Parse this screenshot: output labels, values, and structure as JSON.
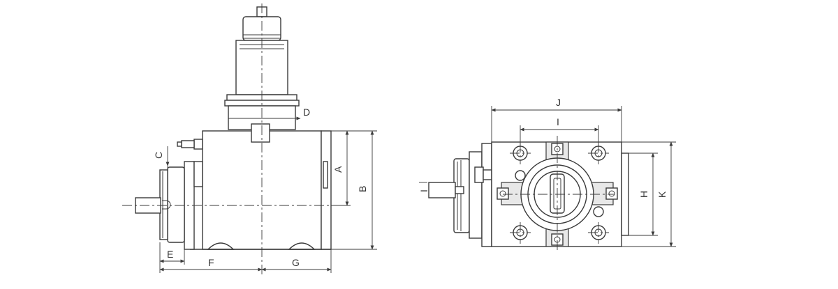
{
  "diagram": {
    "side_view": {
      "labels": {
        "A": "A",
        "B": "B",
        "C": "C",
        "D": "D",
        "E": "E",
        "F": "F",
        "G": "G"
      }
    },
    "front_view": {
      "labels": {
        "H": "H",
        "I_top": "I",
        "I_left": "I",
        "J": "J",
        "K": "K"
      }
    }
  }
}
